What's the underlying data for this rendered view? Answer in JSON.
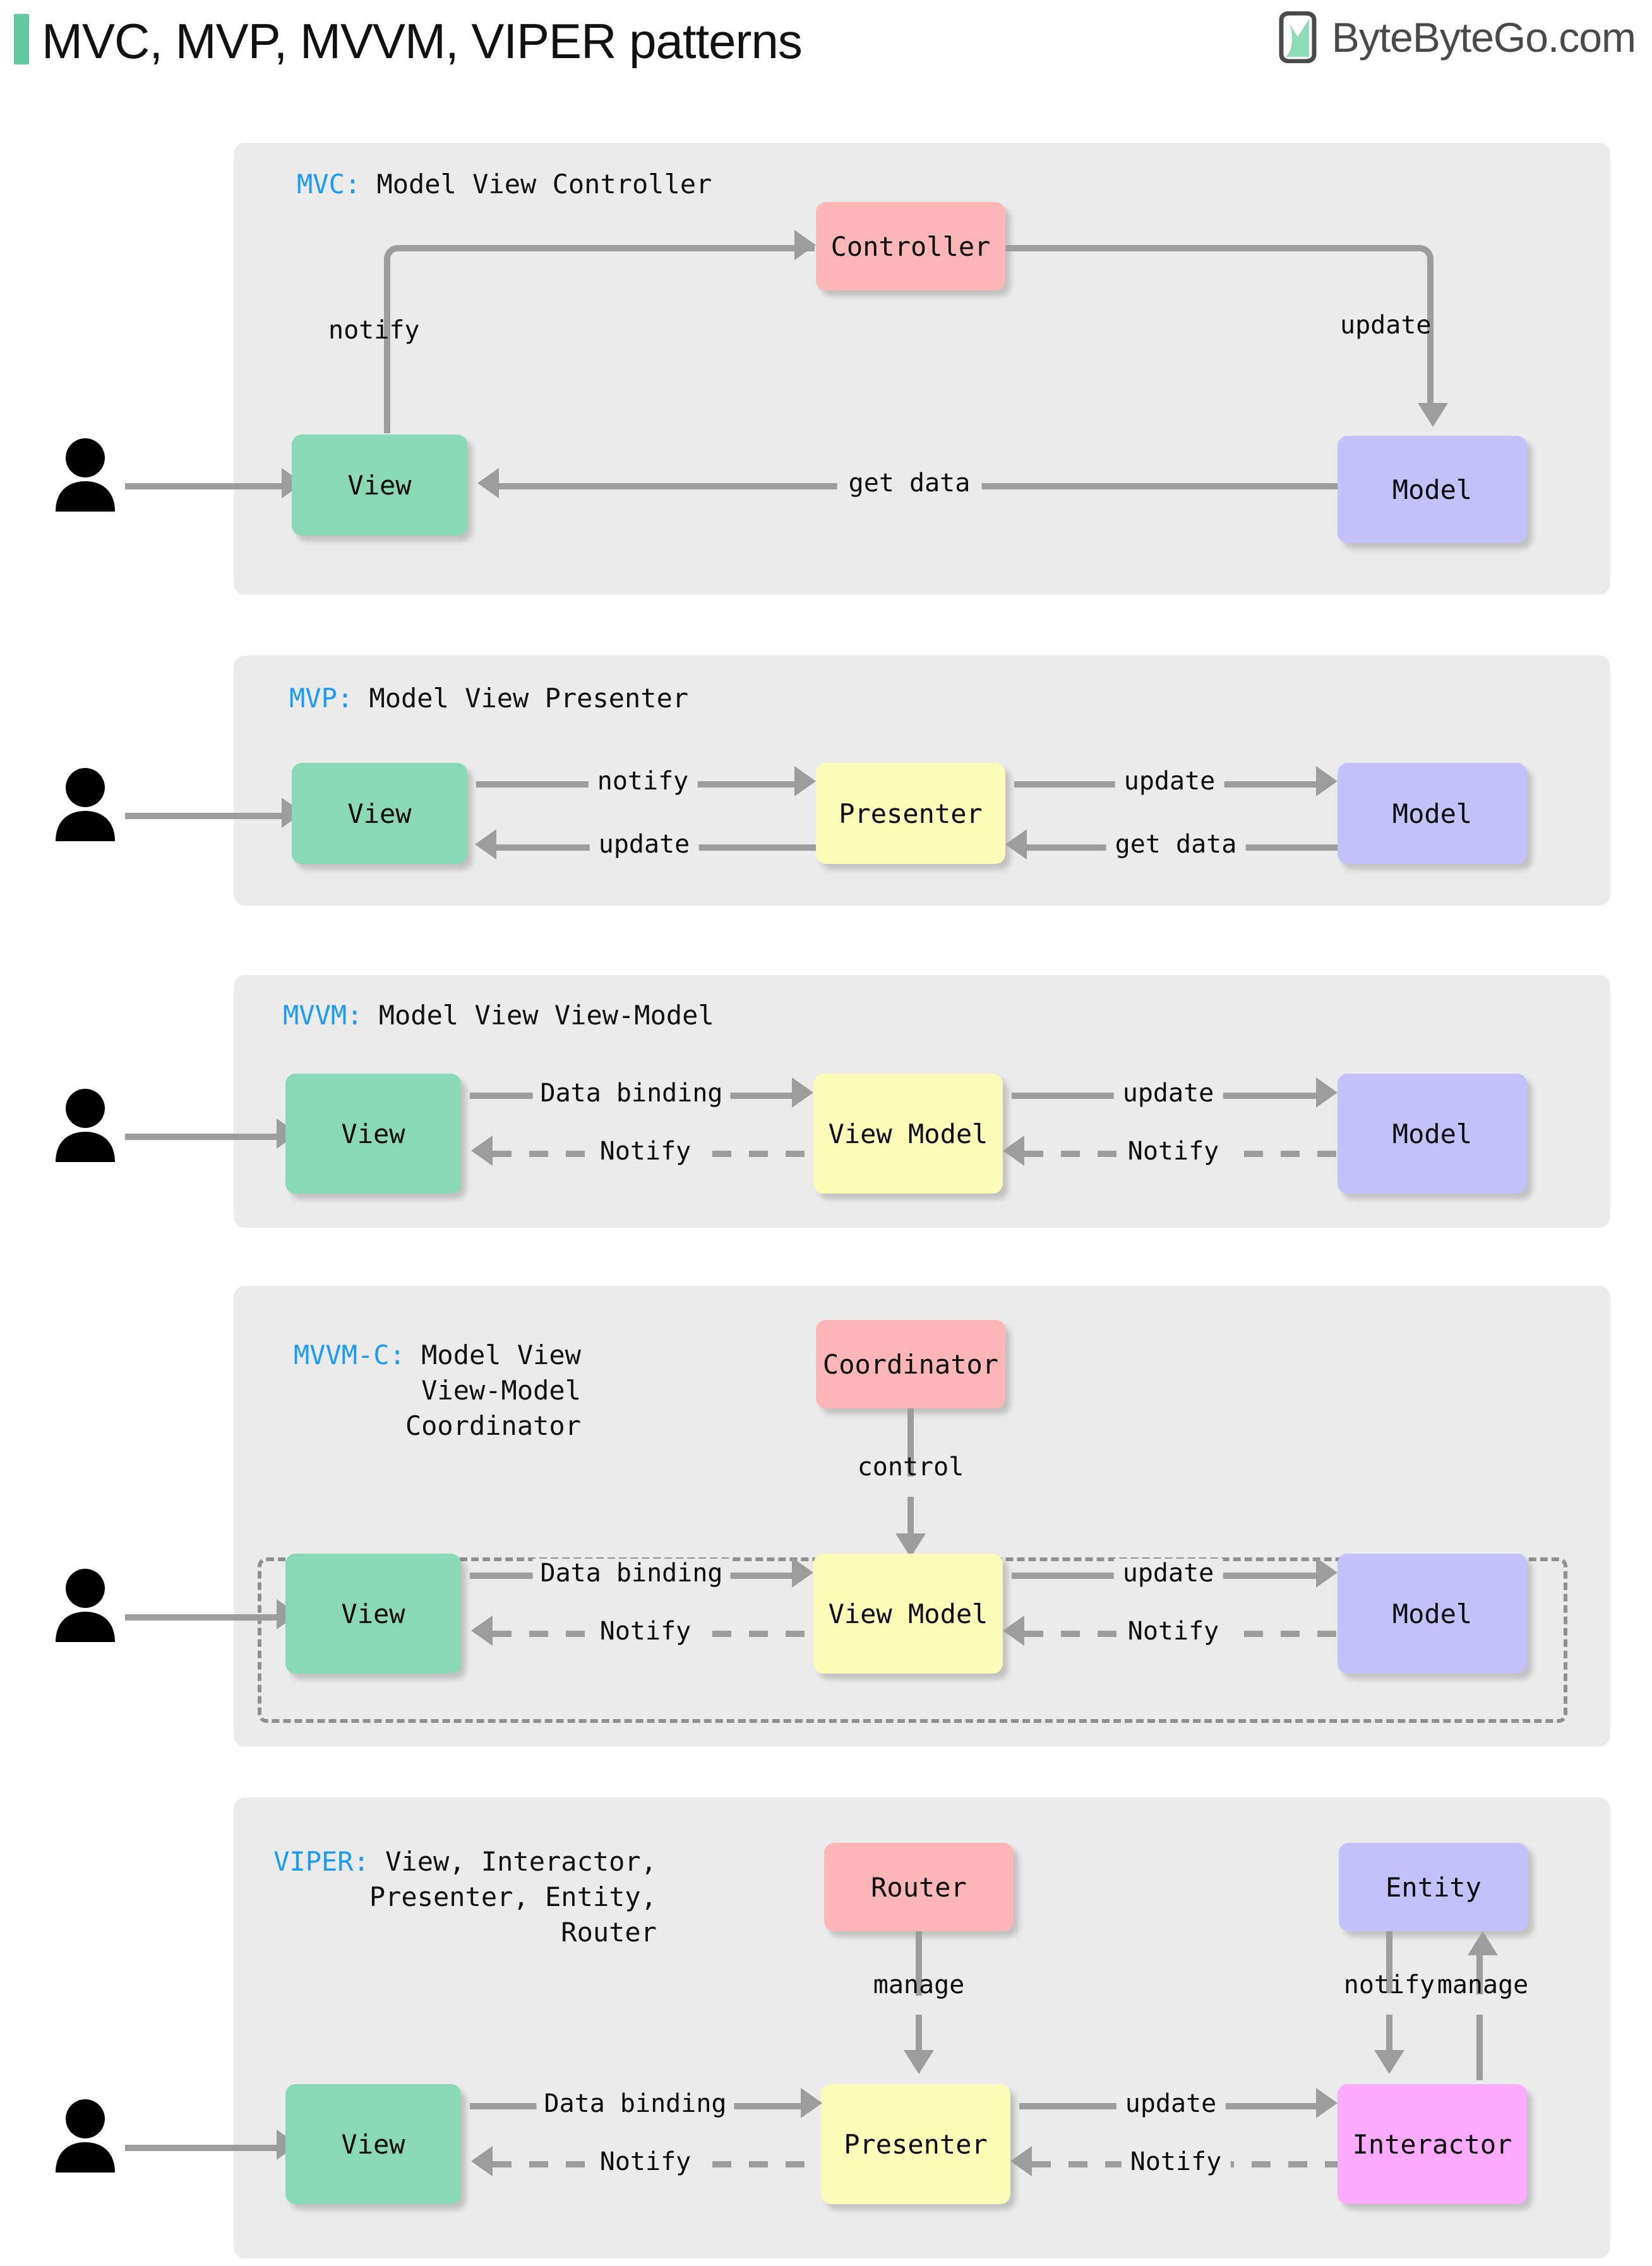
{
  "header": {
    "title": "MVC, MVP, MVVM, VIPER patterns",
    "accent_color": "#63c9a0",
    "brand_name": "ByteByteGo.com",
    "brand_icon": "bytebytego-logo-icon"
  },
  "colors": {
    "panel_bg": "#ebebeb",
    "view": "#8ad9b6",
    "controller": "#fcb6b6",
    "model": "#c3c1fa",
    "presenter": "#fbfcb8",
    "interactor": "#fcaafc",
    "arrow": "#9d9d9d",
    "title_key": "#1a9bfc"
  },
  "chart_data": {
    "type": "diagram",
    "title": "MVC, MVP, MVVM, VIPER patterns",
    "sections": [
      {
        "id": "mvc",
        "key": "MVC:",
        "expansion": "Model View Controller",
        "title_lines": [
          "MVC: Model View Controller"
        ],
        "nodes": [
          {
            "name": "View",
            "color": "view"
          },
          {
            "name": "Controller",
            "color": "controller"
          },
          {
            "name": "Model",
            "color": "model"
          }
        ],
        "edges": [
          {
            "from": "user",
            "to": "View",
            "label": "",
            "style": "solid"
          },
          {
            "from": "View",
            "to": "Controller",
            "label": "notify",
            "style": "solid"
          },
          {
            "from": "Controller",
            "to": "Model",
            "label": "update",
            "style": "solid"
          },
          {
            "from": "Model",
            "to": "View",
            "label": "get data",
            "style": "solid"
          }
        ]
      },
      {
        "id": "mvp",
        "key": "MVP:",
        "expansion": "Model View Presenter",
        "title_lines": [
          "MVP: Model View Presenter"
        ],
        "nodes": [
          {
            "name": "View",
            "color": "view"
          },
          {
            "name": "Presenter",
            "color": "presenter"
          },
          {
            "name": "Model",
            "color": "model"
          }
        ],
        "edges": [
          {
            "from": "user",
            "to": "View",
            "label": "",
            "style": "solid"
          },
          {
            "from": "View",
            "to": "Presenter",
            "label": "notify",
            "style": "solid"
          },
          {
            "from": "Presenter",
            "to": "View",
            "label": "update",
            "style": "solid"
          },
          {
            "from": "Presenter",
            "to": "Model",
            "label": "update",
            "style": "solid"
          },
          {
            "from": "Model",
            "to": "Presenter",
            "label": "get data",
            "style": "solid"
          }
        ]
      },
      {
        "id": "mvvm",
        "key": "MVVM:",
        "expansion": "Model View View-Model",
        "title_lines": [
          "MVVM: Model View View-Model"
        ],
        "nodes": [
          {
            "name": "View",
            "color": "view"
          },
          {
            "name": "View Model",
            "color": "presenter"
          },
          {
            "name": "Model",
            "color": "model"
          }
        ],
        "edges": [
          {
            "from": "user",
            "to": "View",
            "label": "",
            "style": "solid"
          },
          {
            "from": "View",
            "to": "View Model",
            "label": "Data binding",
            "style": "solid"
          },
          {
            "from": "View Model",
            "to": "View",
            "label": "Notify",
            "style": "dashed"
          },
          {
            "from": "View Model",
            "to": "Model",
            "label": "update",
            "style": "solid"
          },
          {
            "from": "Model",
            "to": "View Model",
            "label": "Notify",
            "style": "dashed"
          }
        ]
      },
      {
        "id": "mvvmc",
        "key": "MVVM-C:",
        "expansion": "Model View View-Model Coordinator",
        "title_lines": [
          "MVVM-C: Model View",
          "View-Model",
          "Coordinator"
        ],
        "nodes": [
          {
            "name": "Coordinator",
            "color": "controller"
          },
          {
            "name": "View",
            "color": "view"
          },
          {
            "name": "View Model",
            "color": "presenter"
          },
          {
            "name": "Model",
            "color": "model"
          }
        ],
        "edges": [
          {
            "from": "Coordinator",
            "to": "group",
            "label": "control",
            "style": "solid"
          },
          {
            "from": "user",
            "to": "View",
            "label": "",
            "style": "solid"
          },
          {
            "from": "View",
            "to": "View Model",
            "label": "Data binding",
            "style": "solid"
          },
          {
            "from": "View Model",
            "to": "View",
            "label": "Notify",
            "style": "dashed"
          },
          {
            "from": "View Model",
            "to": "Model",
            "label": "update",
            "style": "solid"
          },
          {
            "from": "Model",
            "to": "View Model",
            "label": "Notify",
            "style": "dashed"
          }
        ],
        "has_dashed_group": true
      },
      {
        "id": "viper",
        "key": "VIPER:",
        "expansion": "View, Interactor, Presenter, Entity, Router",
        "title_lines": [
          "VIPER: View, Interactor,",
          "Presenter, Entity,",
          "Router"
        ],
        "nodes": [
          {
            "name": "Router",
            "color": "controller"
          },
          {
            "name": "Entity",
            "color": "model"
          },
          {
            "name": "View",
            "color": "view"
          },
          {
            "name": "Presenter",
            "color": "presenter"
          },
          {
            "name": "Interactor",
            "color": "interactor"
          }
        ],
        "edges": [
          {
            "from": "Router",
            "to": "Presenter",
            "label": "manage",
            "style": "solid"
          },
          {
            "from": "Entity",
            "to": "Interactor",
            "label": "notify",
            "style": "solid"
          },
          {
            "from": "Interactor",
            "to": "Entity",
            "label": "manage",
            "style": "solid"
          },
          {
            "from": "user",
            "to": "View",
            "label": "",
            "style": "solid"
          },
          {
            "from": "View",
            "to": "Presenter",
            "label": "Data binding",
            "style": "solid"
          },
          {
            "from": "Presenter",
            "to": "View",
            "label": "Notify",
            "style": "dashed"
          },
          {
            "from": "Presenter",
            "to": "Interactor",
            "label": "update",
            "style": "solid"
          },
          {
            "from": "Interactor",
            "to": "Presenter",
            "label": "Notify",
            "style": "dashed"
          }
        ]
      }
    ]
  },
  "labels": {
    "notify": "notify",
    "update": "update",
    "get_data": "get data",
    "data_binding": "Data binding",
    "notify_cap": "Notify",
    "control": "control",
    "manage": "manage"
  },
  "nodes": {
    "view": "View",
    "controller": "Controller",
    "model": "Model",
    "presenter": "Presenter",
    "view_model": "View Model",
    "coordinator": "Coordinator",
    "router": "Router",
    "entity": "Entity",
    "interactor": "Interactor"
  },
  "titles": {
    "mvc_key": "MVC:",
    "mvc_rest": " Model View Controller",
    "mvp_key": "MVP:",
    "mvp_rest": " Model View Presenter",
    "mvvm_key": "MVVM:",
    "mvvm_rest": " Model View View-Model",
    "mvvmc_key": "MVVM-C:",
    "mvvmc_rest_l1": " Model View",
    "mvvmc_rest_l2": "View-Model",
    "mvvmc_rest_l3": "Coordinator",
    "viper_key": "VIPER:",
    "viper_rest_l1": " View, Interactor,",
    "viper_rest_l2": "Presenter, Entity,",
    "viper_rest_l3": "Router"
  }
}
